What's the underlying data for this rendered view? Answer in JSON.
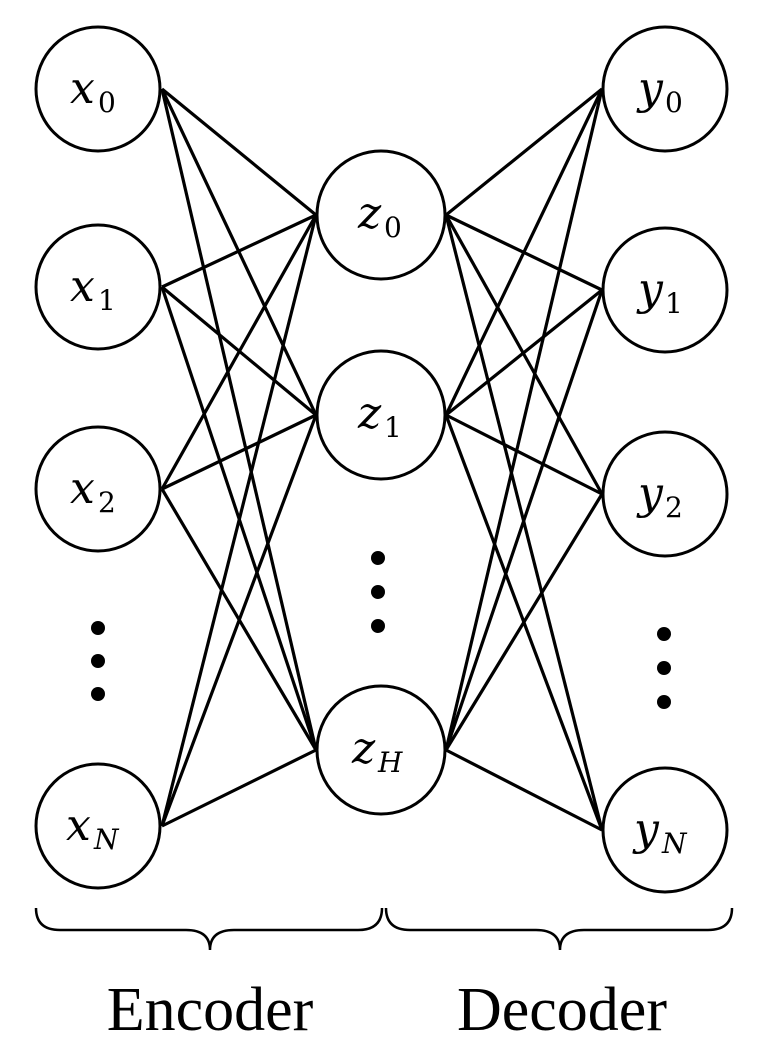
{
  "encoder": {
    "label": "Encoder",
    "inputs": [
      {
        "symbol": "x",
        "subscript": "0"
      },
      {
        "symbol": "x",
        "subscript": "1"
      },
      {
        "symbol": "x",
        "subscript": "2"
      },
      {
        "symbol": "x",
        "subscript": "N"
      }
    ]
  },
  "latent": [
    {
      "symbol": "z",
      "subscript": "0"
    },
    {
      "symbol": "z",
      "subscript": "1"
    },
    {
      "symbol": "z",
      "subscript": "H"
    }
  ],
  "decoder": {
    "label": "Decoder",
    "outputs": [
      {
        "symbol": "y",
        "subscript": "0"
      },
      {
        "symbol": "y",
        "subscript": "1"
      },
      {
        "symbol": "y",
        "subscript": "2"
      },
      {
        "symbol": "y",
        "subscript": "N"
      }
    ]
  }
}
